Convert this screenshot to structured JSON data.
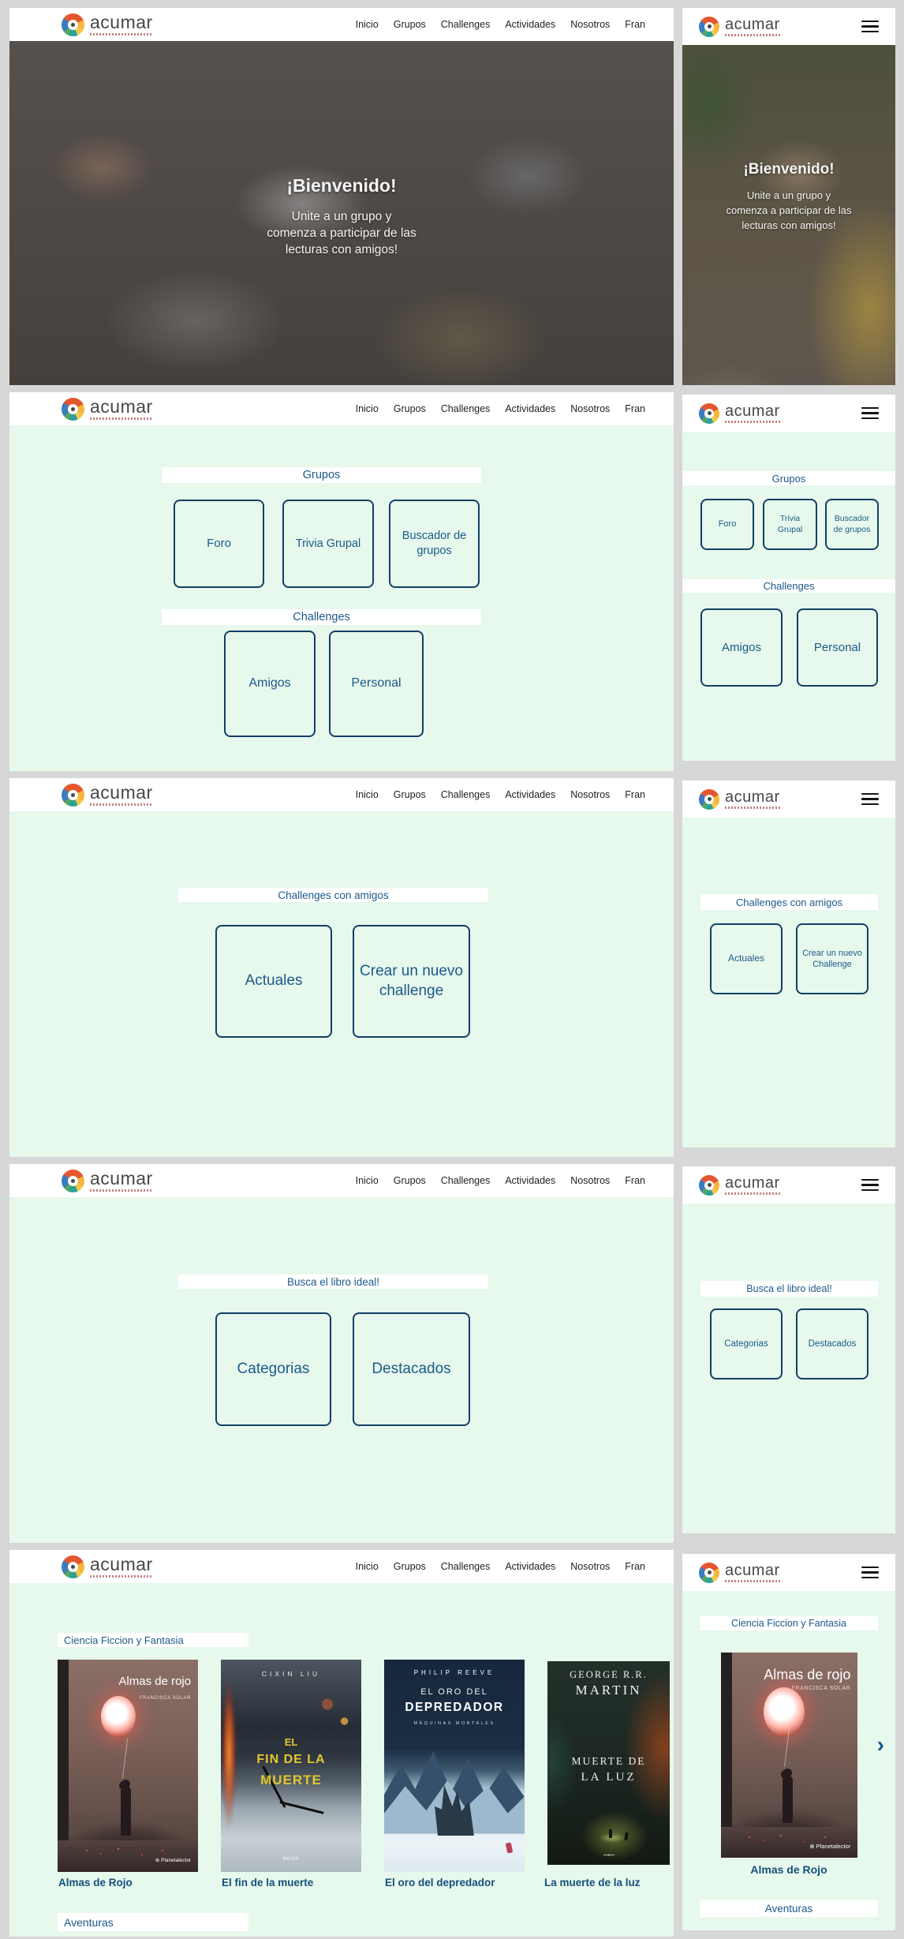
{
  "brand": {
    "name": "acumar"
  },
  "nav": {
    "items": [
      "Inicio",
      "Grupos",
      "Challenges",
      "Actividades",
      "Nosotros",
      "Fran"
    ]
  },
  "hero": {
    "title": "¡Bienvenido!",
    "line1": "Unite a un grupo y",
    "line2": "comenza a participar de las",
    "line3": "lecturas con amigos!"
  },
  "grupos": {
    "heading": "Grupos",
    "foro": "Foro",
    "trivia": "Trivia Grupal",
    "buscador": "Buscador de grupos",
    "heading2": "Challenges",
    "amigos": "Amigos",
    "personal": "Personal"
  },
  "challenges": {
    "heading": "Challenges con amigos",
    "actuales": "Actuales",
    "crear_desktop": "Crear un nuevo challenge",
    "crear_mobile": "Crear un nuevo Challenge"
  },
  "busca": {
    "heading": "Busca el libro ideal!",
    "categorias": "Categorias",
    "destacados": "Destacados"
  },
  "catalogo": {
    "heading_scifi": "Ciencia Ficcion y Fantasia",
    "heading_aventuras": "Aventuras",
    "books": [
      {
        "caption": "Almas de Rojo",
        "title": "Almas de rojo",
        "author": "FRANCISCA SOLAR",
        "publisher": "Planetalector"
      },
      {
        "caption": "El fin de la muerte",
        "author": "CIXIN LIU",
        "t1": "EL",
        "t2": "FIN DE LA",
        "t3": "MUERTE",
        "publisher": "NOVA"
      },
      {
        "caption": "El oro del depredador",
        "author": "PHILIP REEVE",
        "t1": "EL ORO DEL",
        "t2": "DEPREDADOR",
        "subtitle": "MÁQUINAS MORTALES"
      },
      {
        "caption": "La muerte de la luz",
        "a1": "GEORGE R.R.",
        "a2": "MARTIN",
        "t1": "MUERTE DE",
        "t2": "LA LUZ"
      }
    ]
  },
  "glyphs": {
    "chevron_right": "›",
    "publisher_mark": "⊕"
  },
  "colors": {
    "page_bg": "#D7D7D7",
    "tile_mint": "#E7F8EC",
    "header_white": "#FFFFFF",
    "accent_navy_text": "#1B5A8C",
    "button_border_navy": "#123F66",
    "caption_navy": "#14507C",
    "logo_orange": "#E4572E",
    "logo_yellow": "#F5B63D",
    "logo_teal": "#2FA295",
    "logo_green": "#58A85C",
    "logo_blue": "#3B7CC0"
  }
}
